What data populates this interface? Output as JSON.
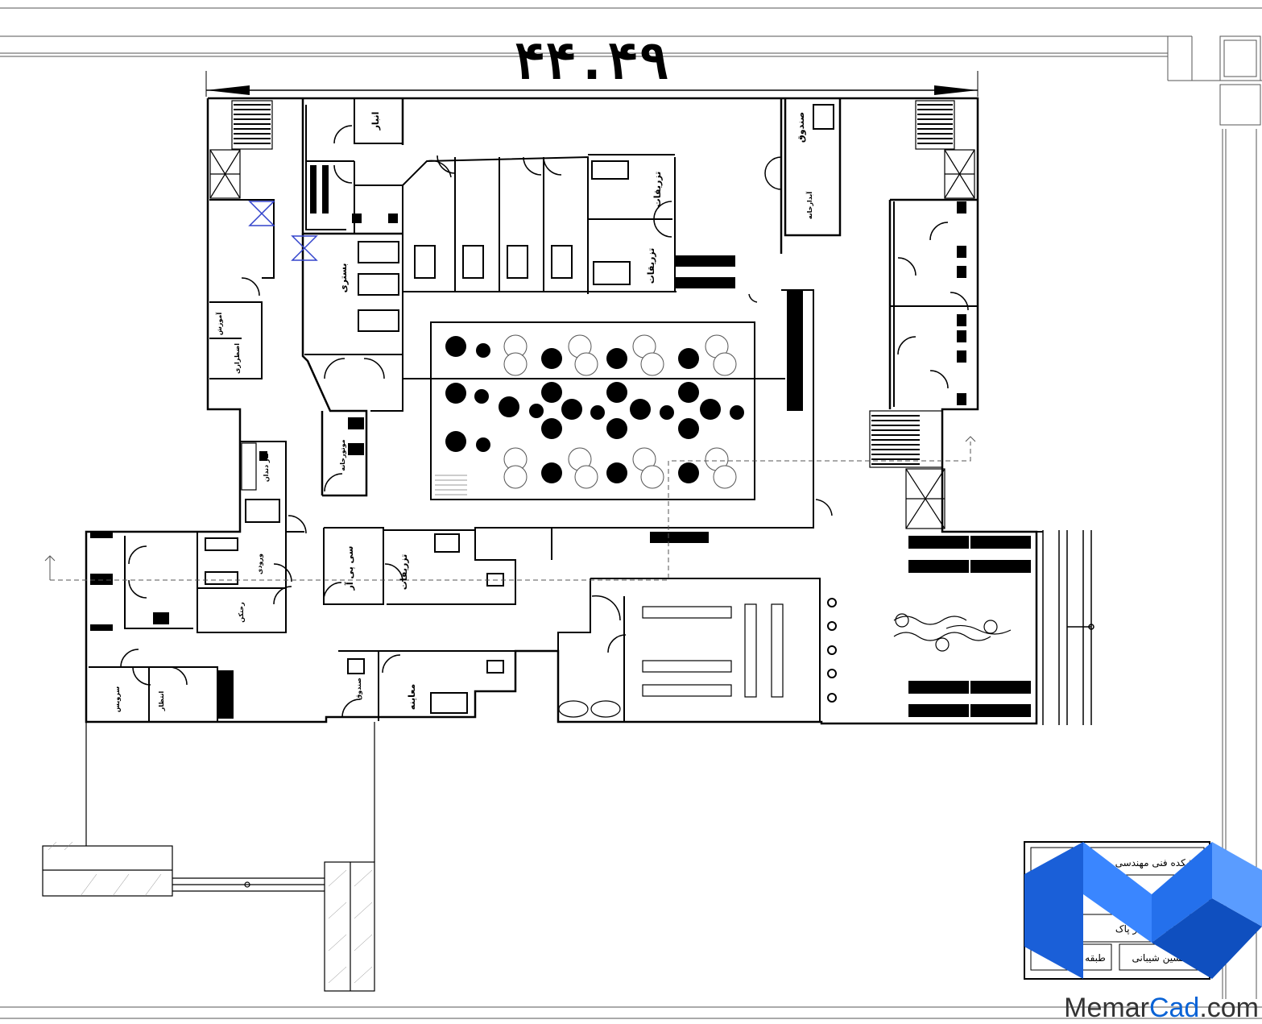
{
  "dimension": {
    "value": "۴۴.۴۹"
  },
  "rooms": {
    "anbar": "انبار",
    "sandoogh": "صندوق",
    "tazrighat_1": "تزریقات",
    "tazrighat_2": "تزریقات",
    "tazrighat_3": "تزریقات",
    "bastari": "بستری",
    "anbar_mah": "آبدارخانه",
    "mojood": "موتورخانه",
    "amoozesh": "آموزش",
    "ezterari": "اضطراری",
    "cardious": "گاز دندان",
    "cpr": "سی پی آر",
    "moaayene": "معاینه",
    "sandoogh_2": "صندوق",
    "soo_mooze": "سرویس",
    "khoroji": "انتظار",
    "hamam": "رختکن",
    "vorood": "ورودی"
  },
  "title_block": {
    "line1": "دانشکده فنی مهندسی",
    "line2": "استاد راهنما: دکتر پاک",
    "name": "حسین شیبانی",
    "floor": "طبقه"
  },
  "watermark": {
    "brand": "Memar",
    "brand_accent": "Cad",
    "suffix": ".com"
  }
}
